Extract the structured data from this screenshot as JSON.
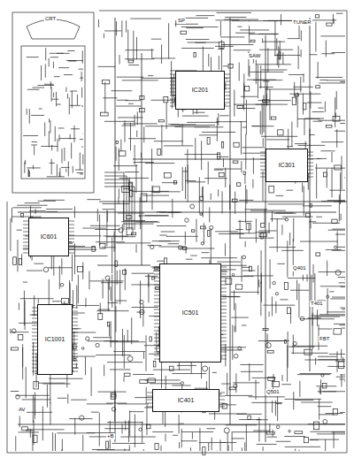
{
  "diagram": {
    "nodes": [
      {
        "text": [
          "IC501"
        ]
      },
      {
        "text": [
          "IC1001"
        ]
      },
      {
        "text": [
          "IC601"
        ]
      },
      {
        "text": [
          "IC201"
        ]
      },
      {
        "text": [
          "IC301"
        ]
      },
      {
        "text": [
          "IC401"
        ]
      }
    ],
    "labels": [
      "TUNER",
      "SAW",
      "Q401",
      "T401",
      "FBT",
      "+B",
      "AV",
      "Q501",
      "SP",
      "CRT"
    ]
  }
}
